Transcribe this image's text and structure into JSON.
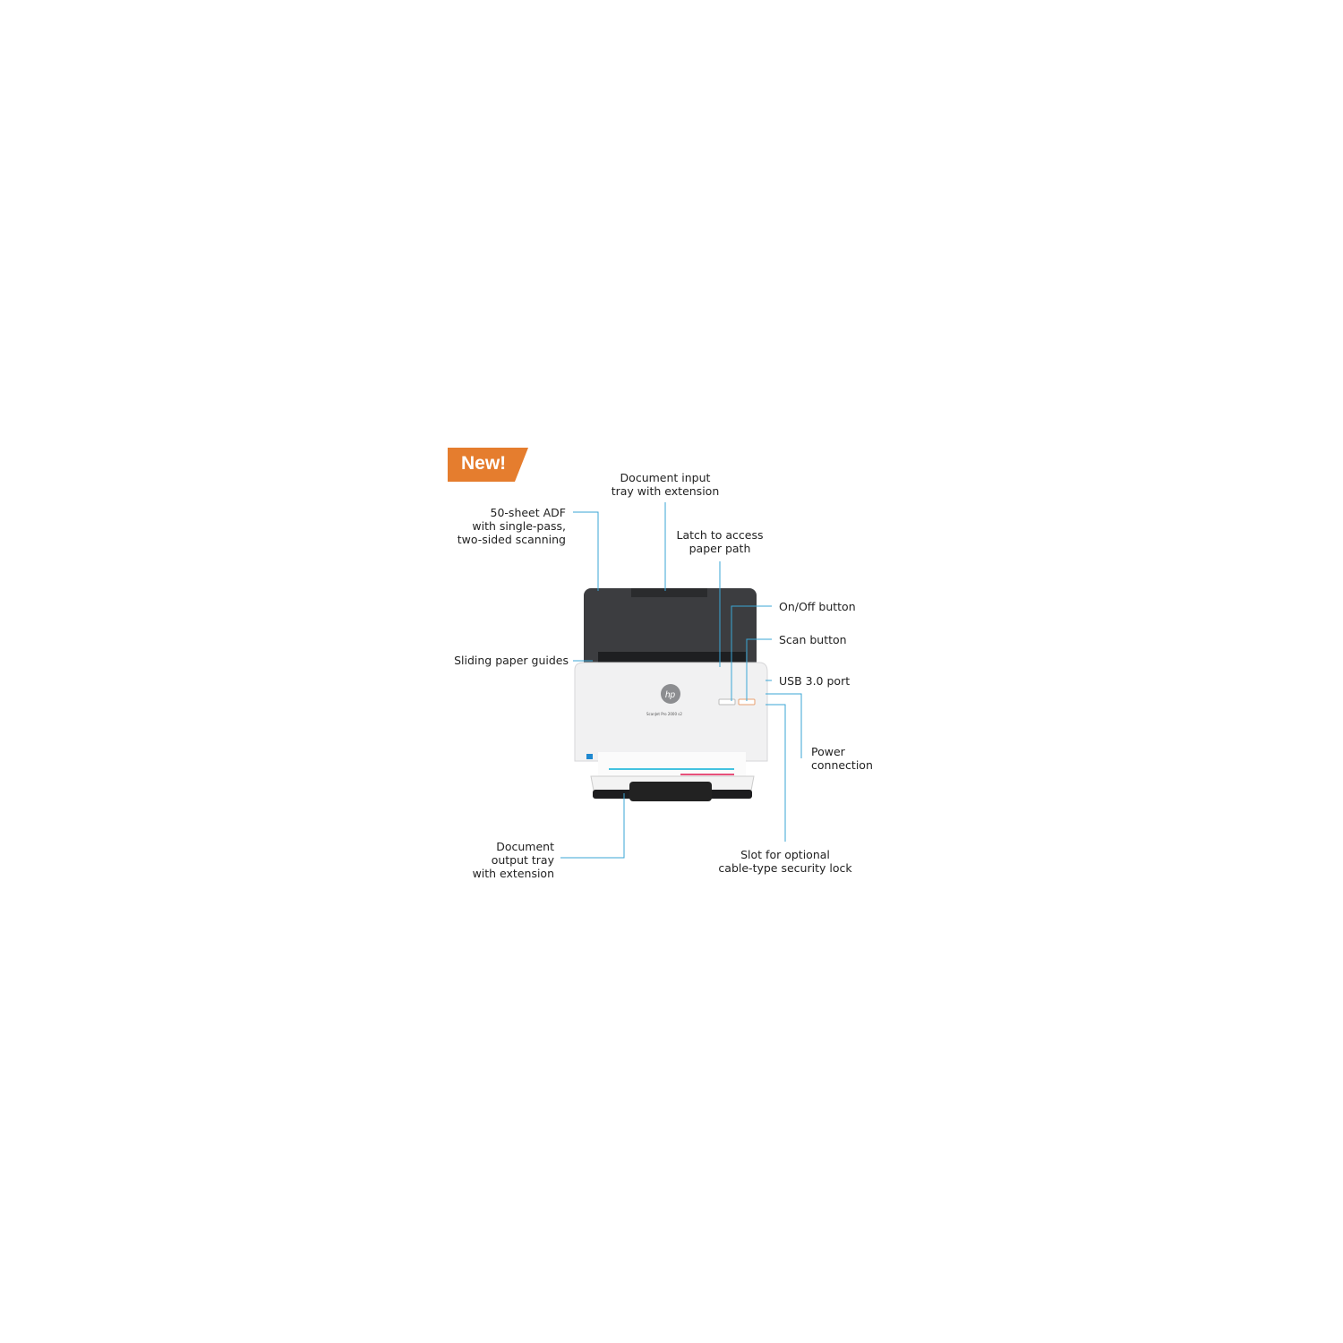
{
  "badge": {
    "text": "New!",
    "color": "#e57d2e"
  },
  "leader_color": "#3aa6d6",
  "device": {
    "brand_logo": "hp",
    "model_text": "ScanJet Pro 2000 s2"
  },
  "callouts": {
    "adf": [
      "50-sheet ADF",
      "with single-pass,",
      "two-sided scanning"
    ],
    "input_tray": [
      "Document input",
      "tray with extension"
    ],
    "latch": [
      "Latch to access",
      "paper path"
    ],
    "on_off": [
      "On/Off button"
    ],
    "scan": [
      "Scan button"
    ],
    "guides": [
      "Sliding paper guides"
    ],
    "usb": [
      "USB 3.0 port"
    ],
    "power": [
      "Power",
      "connection"
    ],
    "lock": [
      "Slot for optional",
      "cable-type security lock"
    ],
    "output_tray": [
      "Document",
      "output tray",
      "with extension"
    ]
  }
}
